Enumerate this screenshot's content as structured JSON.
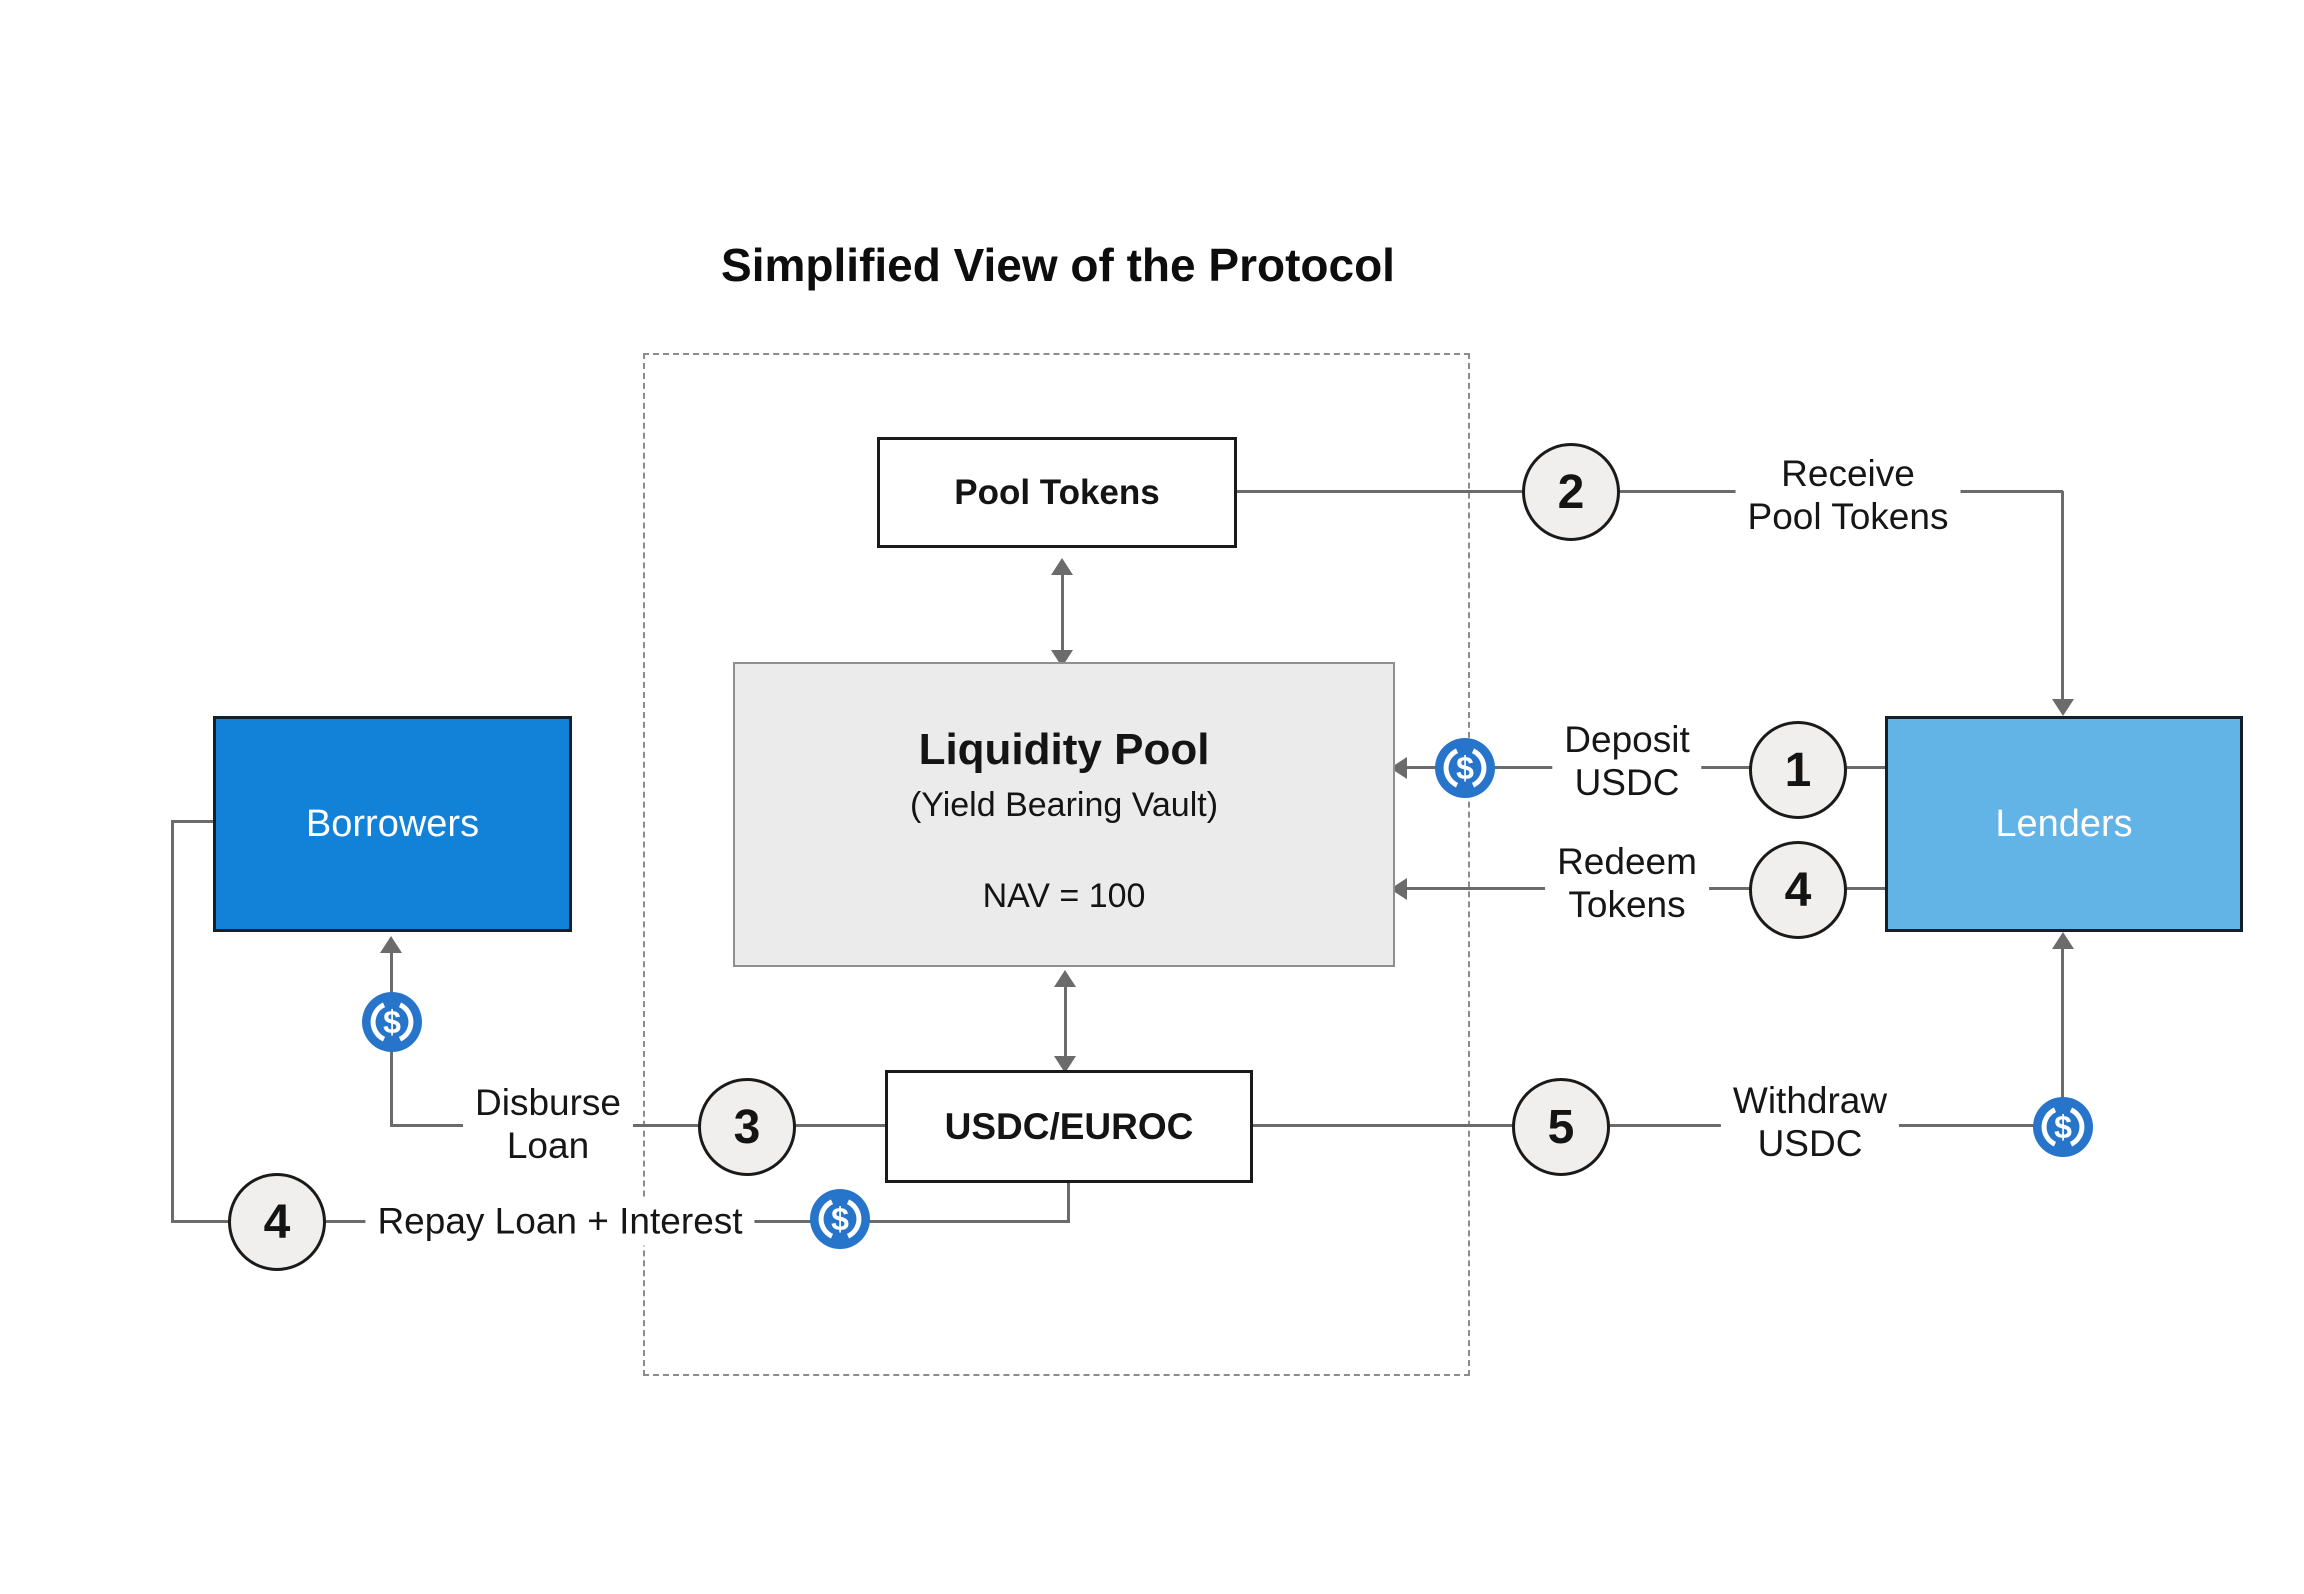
{
  "title": "Simplified View of the Protocol",
  "boxes": {
    "pool_tokens": {
      "label": "Pool Tokens"
    },
    "liquidity_pool": {
      "title": "Liquidity Pool",
      "subtitle": "(Yield Bearing Vault)",
      "nav": "NAV = 100"
    },
    "usdc_euroc": {
      "label": "USDC/EUROC"
    },
    "borrowers": {
      "label": "Borrowers"
    },
    "lenders": {
      "label": "Lenders"
    }
  },
  "steps": {
    "s1": "1",
    "s2": "2",
    "s3": "3",
    "s4_right": "4",
    "s4_left": "4",
    "s5": "5"
  },
  "flow_labels": {
    "receive_pool_tokens": {
      "line1": "Receive",
      "line2": "Pool Tokens"
    },
    "deposit_usdc": {
      "line1": "Deposit",
      "line2": "USDC"
    },
    "redeem_tokens": {
      "line1": "Redeem",
      "line2": "Tokens"
    },
    "withdraw_usdc": {
      "line1": "Withdraw",
      "line2": "USDC"
    },
    "disburse_loan": {
      "line1": "Disburse",
      "line2": "Loan"
    },
    "repay_loan": {
      "text": "Repay Loan + Interest"
    }
  },
  "icons": {
    "usdc_symbol": "$",
    "usdc_coin": "usdc-coin-icon"
  },
  "colors": {
    "borrowers_blue": "#1182D8",
    "lenders_blue": "#62B3E6",
    "usdc_blue": "#2775CA",
    "line_gray": "#6b6b6b",
    "pool_fill": "#ebebeb",
    "pool_border": "#8f8f8f",
    "circle_fill": "#f0efed",
    "box_border": "#1a1a1a"
  }
}
